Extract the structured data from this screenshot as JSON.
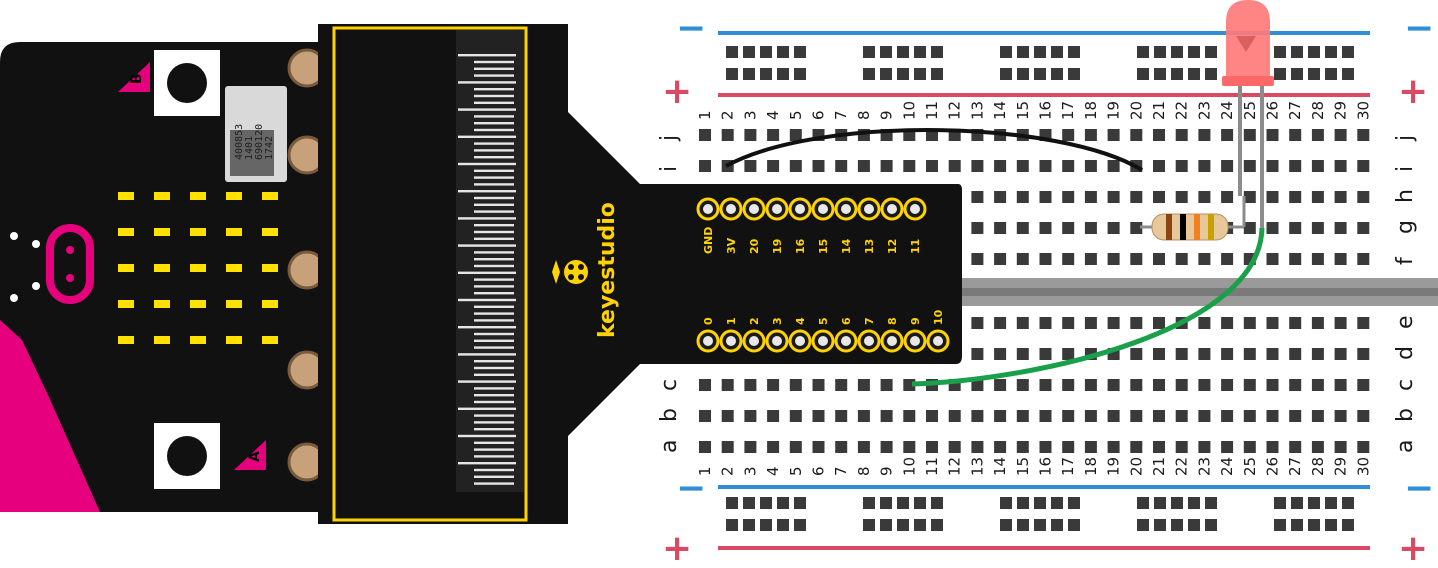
{
  "breadboard": {
    "columns": [
      "1",
      "2",
      "3",
      "4",
      "5",
      "6",
      "7",
      "8",
      "9",
      "10",
      "11",
      "12",
      "13",
      "14",
      "15",
      "16",
      "17",
      "18",
      "19",
      "20",
      "21",
      "22",
      "23",
      "24",
      "25",
      "26",
      "27",
      "28",
      "29",
      "30"
    ],
    "rows_top": [
      "j",
      "i",
      "h",
      "g",
      "f"
    ],
    "rows_bottom": [
      "e",
      "d",
      "c",
      "b",
      "a"
    ],
    "rail_signs": {
      "minus": "−",
      "plus": "+"
    },
    "colors": {
      "minus_rail": "#2f8fd6",
      "plus_rail": "#d94b64",
      "hole": "#3a3a3a"
    }
  },
  "shield": {
    "brand": "keyestudio",
    "pins_top": [
      "GND",
      "3V",
      "20",
      "19",
      "16",
      "15",
      "14",
      "13",
      "12",
      "11"
    ],
    "pins_bottom": [
      "0",
      "1",
      "2",
      "3",
      "4",
      "5",
      "6",
      "7",
      "8",
      "9",
      "10"
    ],
    "colors": {
      "board": "#111111",
      "accent": "#ffd200"
    }
  },
  "microbit": {
    "button_a": "A",
    "button_b": "B",
    "qr_text": [
      "400853",
      "1401",
      "690120",
      "1742"
    ],
    "colors": {
      "board": "#111111",
      "edge": "#e6007e",
      "led": "#ffe100"
    }
  },
  "components": {
    "led": {
      "color": "#ff7a7a"
    },
    "resistor": {
      "bands": [
        "#8b4513",
        "#000000",
        "#f08020",
        "#c8a000"
      ]
    },
    "wires": {
      "gnd_wire": "#111111",
      "signal_wire": "#1aa04a"
    }
  }
}
